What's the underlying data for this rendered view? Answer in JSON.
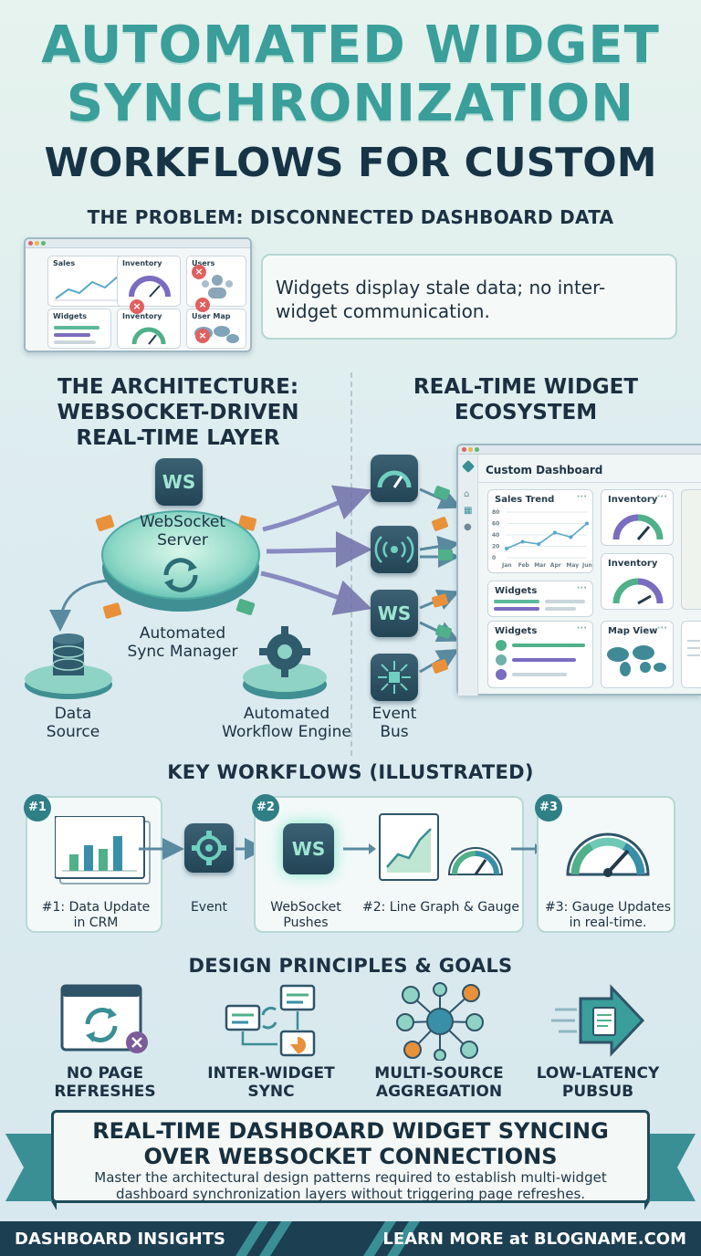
{
  "header": {
    "line1": "AUTOMATED WIDGET",
    "line2": "SYNCHRONIZATION",
    "line3": "WORKFLOWS FOR CUSTOM"
  },
  "problem": {
    "heading": "THE PROBLEM: DISCONNECTED DASHBOARD DATA",
    "description": "Widgets display stale data; no inter-widget communication.",
    "widgets": [
      "Sales",
      "Inventory",
      "Users",
      "Widgets",
      "Inventory",
      "User Map"
    ]
  },
  "architecture": {
    "left_heading_1": "THE ARCHITECTURE:",
    "left_heading_2": "WEBSOCKET-DRIVEN",
    "left_heading_3": "REAL-TIME LAYER",
    "right_heading_1": "REAL-TIME WIDGET",
    "right_heading_2": "ECOSYSTEM",
    "ws_badge": "WS",
    "server_label_1": "WebSocket",
    "server_label_2": "Server",
    "sync_label_1": "Automated",
    "sync_label_2": "Sync Manager",
    "data_source_1": "Data",
    "data_source_2": "Source",
    "workflow_engine_1": "Automated",
    "workflow_engine_2": "Workflow Engine",
    "event_bus_1": "Event",
    "event_bus_2": "Bus",
    "dashboard": {
      "title": "Custom Dashboard",
      "sales_trend": "Sales Trend",
      "inventory_1": "Inventory",
      "inventory_2": "Inventory",
      "widgets_1": "Widgets",
      "widgets_2": "Widgets",
      "map_view": "Map View",
      "months": [
        "Jan",
        "Feb",
        "Mar",
        "Apr",
        "May",
        "Jun"
      ],
      "y_ticks": [
        "80",
        "60",
        "40",
        "20",
        "0"
      ]
    }
  },
  "workflows": {
    "heading": "KEY WORKFLOWS (ILLUSTRATED)",
    "badge1": "#1",
    "badge2": "#2",
    "badge3": "#3",
    "step1_1": "#1: Data Update",
    "step1_2": "in CRM",
    "event": "Event",
    "ws_1": "WebSocket",
    "ws_2": "Pushes",
    "step2": "#2: Line Graph & Gauge",
    "step3_1": "#3: Gauge Updates",
    "step3_2": "in real-time."
  },
  "principles": {
    "heading": "DESIGN PRINCIPLES & GOALS",
    "p1_1": "NO PAGE",
    "p1_2": "REFRESHES",
    "p2_1": "INTER-WIDGET",
    "p2_2": "SYNC",
    "p3_1": "MULTI-SOURCE",
    "p3_2": "AGGREGATION",
    "p4_1": "LOW-LATENCY",
    "p4_2": "PUBSUB"
  },
  "banner": {
    "heading_1": "REAL-TIME DASHBOARD WIDGET SYNCING",
    "heading_2": "OVER WEBSOCKET CONNECTIONS",
    "body_1": "Master the architectural design patterns required to establish multi-widget",
    "body_2": "dashboard synchronization layers without triggering page refreshes."
  },
  "footer": {
    "left": "DASHBOARD INSIGHTS",
    "right": "LEARN MORE at BLOGNAME.COM"
  },
  "colors": {
    "teal": "#3a9e9a",
    "navy": "#1c3f52",
    "purple": "#7a6cc0",
    "orange": "#e8913a",
    "green": "#4fb08a"
  }
}
